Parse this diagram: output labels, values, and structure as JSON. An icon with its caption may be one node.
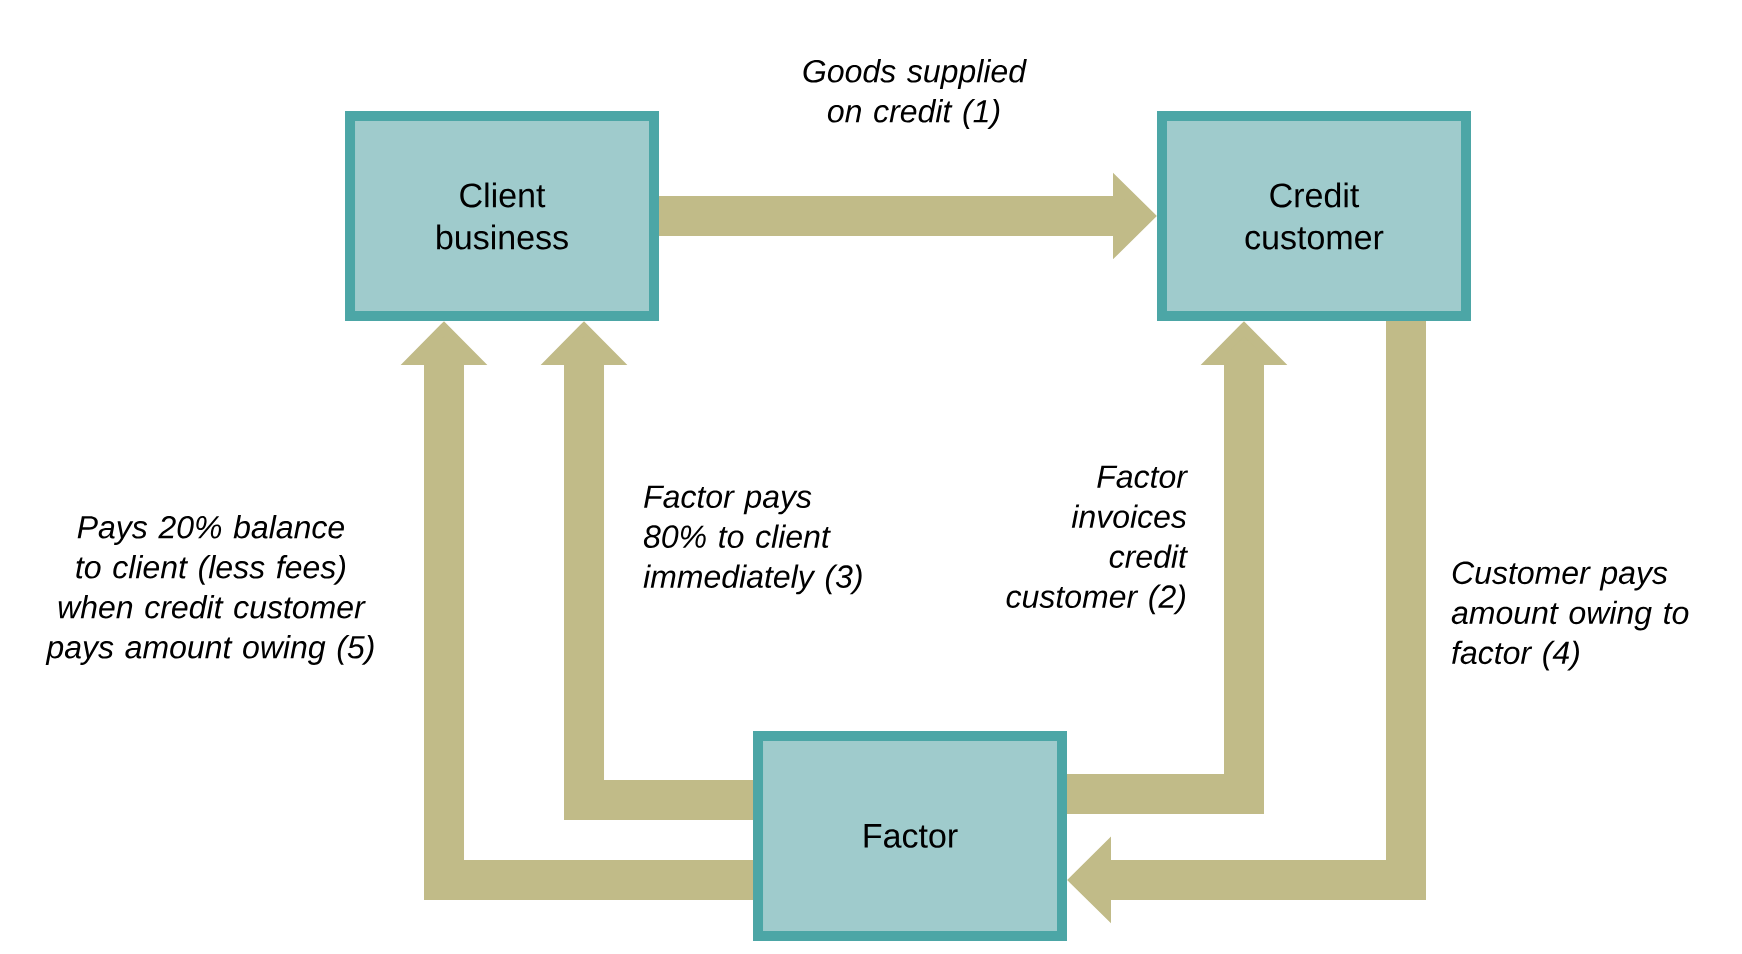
{
  "diagram": {
    "nodes": [
      {
        "text": [
          "Client business"
        ]
      },
      {
        "text": [
          "Credit customer"
        ]
      },
      {
        "text": [
          "Factor"
        ]
      }
    ],
    "edges": [
      {
        "from": 0,
        "to": 1,
        "arrow": "to",
        "label": "Goods supplied on credit (1)"
      },
      {
        "from": 2,
        "to": 1,
        "arrow": "to",
        "label": "Factor invoices credit customer (2)"
      },
      {
        "from": 2,
        "to": 0,
        "arrow": "to",
        "label": "Factor pays 80% to client immediately (3)"
      },
      {
        "from": 1,
        "to": 2,
        "arrow": "to",
        "label": "Customer pays amount owing to factor (4)"
      },
      {
        "from": 2,
        "to": 0,
        "arrow": "to",
        "label": "Pays 20% balance to client (less fees) when credit customer pays amount owing (5)"
      }
    ]
  }
}
